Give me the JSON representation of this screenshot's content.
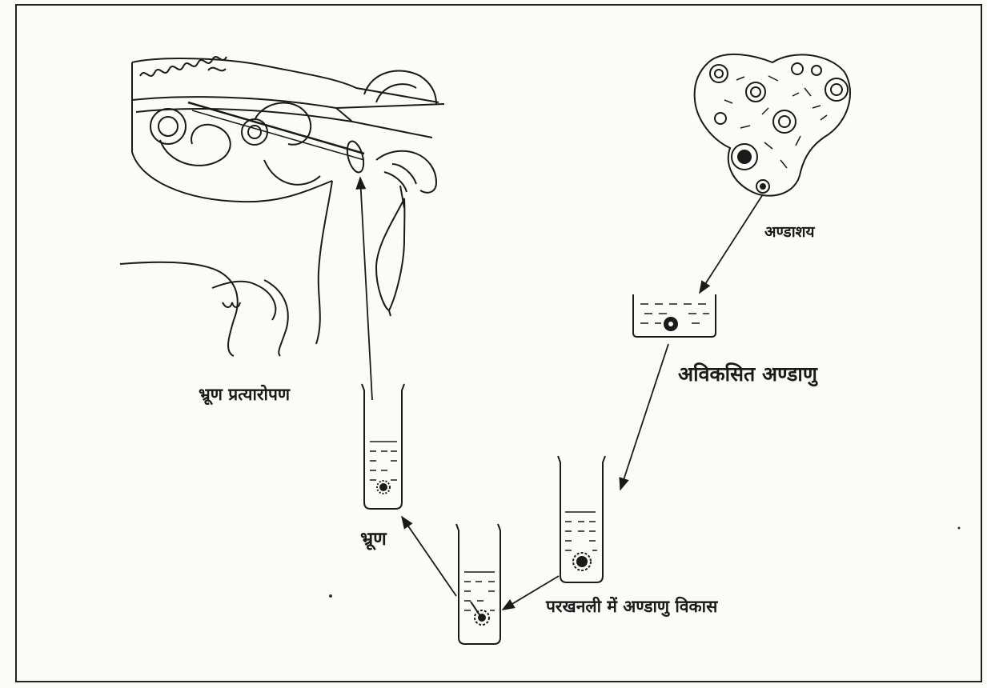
{
  "labels": {
    "ovary": "अण्डाशय",
    "immature_ovum": "अविकसित अण्डाणु",
    "ovum_development": "परखनली में अण्डाणु विकास",
    "embryo": "भ्रूण",
    "embryo_transfer": "भ्रूण प्रत्यारोपण"
  },
  "colors": {
    "ink": "#1a1a1a",
    "paper": "#fbfbf8"
  }
}
